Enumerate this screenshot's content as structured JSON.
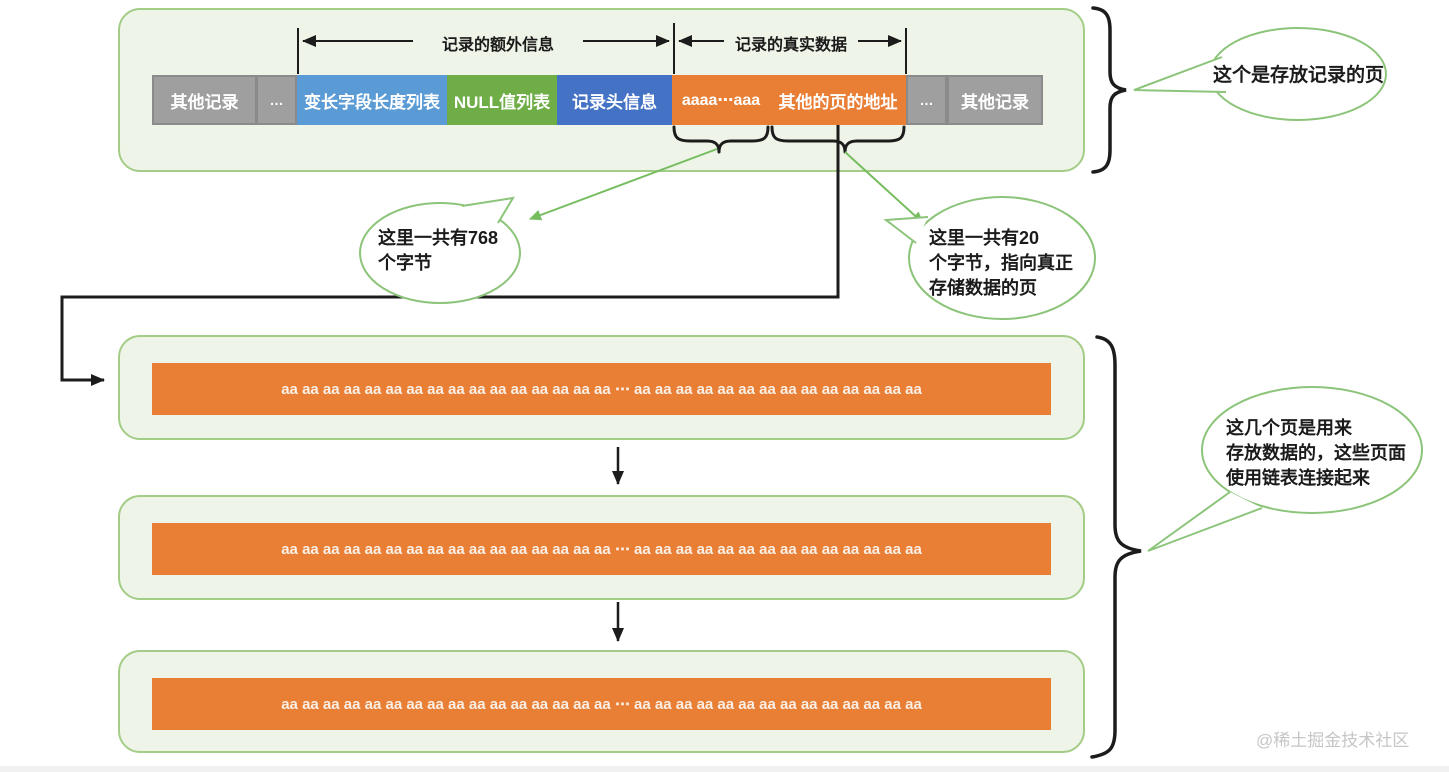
{
  "colors": {
    "container_fill": "#eef4e7",
    "container_border": "#a3cc86",
    "gray_box": "#9f9f9f",
    "blue_box": "#5b9bd5",
    "green_box": "#6fad47",
    "dark_blue_box": "#4472c4",
    "orange_box": "#e97e35",
    "bubble_border": "#8cc47a",
    "green_arrow": "#76bd60",
    "line_black": "#1c1c1c"
  },
  "record_page": {
    "dimension_extra_info": "记录的额外信息",
    "dimension_real_data": "记录的真实数据",
    "segments": [
      {
        "label": "其他记录"
      },
      {
        "label": "…"
      },
      {
        "label": "变长字段长度列表"
      },
      {
        "label": "NULL值列表"
      },
      {
        "label": "记录头信息"
      },
      {
        "label": "aaaa⋯aaa"
      },
      {
        "label": "其他的页的地址"
      },
      {
        "label": "…"
      },
      {
        "label": "其他记录"
      }
    ]
  },
  "notes": {
    "record_page": "这个是存放记录的页",
    "bytes768": [
      "这里一共有768",
      "个字节"
    ],
    "bytes20": [
      "这里一共有20",
      "个字节，指向真正",
      "存储数据的页"
    ],
    "data_pages": [
      "这几个页是用来",
      "存放数据的，这些页面",
      "使用链表连接起来"
    ]
  },
  "data_pages": [
    {
      "content": "aa aa aa aa aa aa aa aa aa aa aa aa aa aa aa aa ⋯ aa aa aa aa aa aa aa aa aa aa aa aa aa aa"
    },
    {
      "content": "aa aa aa aa aa aa aa aa aa aa aa aa aa aa aa aa ⋯ aa aa aa aa aa aa aa aa aa aa aa aa aa aa"
    },
    {
      "content": "aa aa aa aa aa aa aa aa aa aa aa aa aa aa aa aa ⋯ aa aa aa aa aa aa aa aa aa aa aa aa aa aa"
    }
  ],
  "watermark": "@稀土掘金技术社区"
}
